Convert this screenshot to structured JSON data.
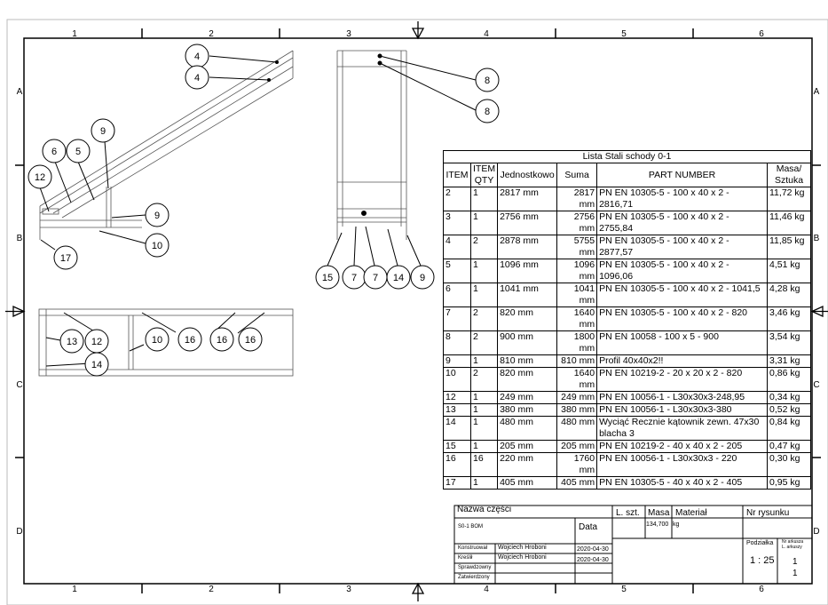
{
  "zones": {
    "columns": [
      "1",
      "2",
      "3",
      "4",
      "5",
      "6"
    ],
    "rows": [
      "A",
      "B",
      "C",
      "D"
    ]
  },
  "balloons": {
    "top_view": [
      "4",
      "4",
      "9",
      "6",
      "5",
      "12",
      "9",
      "10",
      "17"
    ],
    "front_view": [
      "8",
      "8",
      "15",
      "7",
      "7",
      "14",
      "9"
    ],
    "plan_view": [
      "13",
      "12",
      "10",
      "16",
      "16",
      "16",
      "14"
    ]
  },
  "bom": {
    "title": "Lista Stali schody 0-1",
    "headers": {
      "item": "ITEM",
      "qty": "ITEM QTY",
      "unit": "Jednostkowo",
      "sum": "Suma",
      "part": "PART NUMBER",
      "mass": "Masa/ Sztuka"
    },
    "rows": [
      {
        "item": "2",
        "qty": "1",
        "unit": "2817 mm",
        "sum": "2817 mm",
        "part": "PN EN 10305-5 - 100 x 40 x 2  - 2816,71",
        "mass": "11,72 kg"
      },
      {
        "item": "3",
        "qty": "1",
        "unit": "2756 mm",
        "sum": "2756 mm",
        "part": "PN EN 10305-5 - 100 x 40 x 2  - 2755,84",
        "mass": "11,46 kg"
      },
      {
        "item": "4",
        "qty": "2",
        "unit": "2878 mm",
        "sum": "5755 mm",
        "part": "PN EN 10305-5 - 100 x 40 x 2  - 2877,57",
        "mass": "11,85 kg"
      },
      {
        "item": "5",
        "qty": "1",
        "unit": "1096 mm",
        "sum": "1096 mm",
        "part": "PN EN 10305-5 - 100 x 40 x 2  - 1096,06",
        "mass": "4,51 kg"
      },
      {
        "item": "6",
        "qty": "1",
        "unit": "1041 mm",
        "sum": "1041 mm",
        "part": "PN EN 10305-5 - 100 x 40 x 2  - 1041,5",
        "mass": "4,28 kg"
      },
      {
        "item": "7",
        "qty": "2",
        "unit": "820 mm",
        "sum": "1640 mm",
        "part": "PN EN 10305-5 - 100 x 40 x 2  - 820",
        "mass": "3,46 kg"
      },
      {
        "item": "8",
        "qty": "2",
        "unit": "900 mm",
        "sum": "1800 mm",
        "part": "PN EN 10058 - 100 x 5 - 900",
        "mass": "3,54 kg"
      },
      {
        "item": "9",
        "qty": "1",
        "unit": "810 mm",
        "sum": "810 mm",
        "part": "Profil 40x40x2!!",
        "mass": "3,31 kg"
      },
      {
        "item": "10",
        "qty": "2",
        "unit": "820 mm",
        "sum": "1640 mm",
        "part": "PN EN 10219-2 - 20 x 20 x 2  - 820",
        "mass": "0,86 kg"
      },
      {
        "item": "12",
        "qty": "1",
        "unit": "249 mm",
        "sum": "249 mm",
        "part": "PN EN 10056-1 - L30x30x3-248,95",
        "mass": "0,34 kg"
      },
      {
        "item": "13",
        "qty": "1",
        "unit": "380 mm",
        "sum": "380 mm",
        "part": "PN EN 10056-1 - L30x30x3-380",
        "mass": "0,52 kg"
      },
      {
        "item": "14",
        "qty": "1",
        "unit": "480 mm",
        "sum": "480 mm",
        "part": "Wyciąć Recznie kątownik zewn. 47x30 blacha 3",
        "mass": "0,84 kg"
      },
      {
        "item": "15",
        "qty": "1",
        "unit": "205 mm",
        "sum": "205 mm",
        "part": "PN EN 10219-2 - 40 x 40 x 2  - 205",
        "mass": "0,47 kg"
      },
      {
        "item": "16",
        "qty": "16",
        "unit": "220 mm",
        "sum": "1760 mm",
        "part": "PN EN 10056-1 - L30x30x3 - 220",
        "mass": "0,30 kg"
      },
      {
        "item": "17",
        "qty": "1",
        "unit": "405 mm",
        "sum": "405 mm",
        "part": "PN EN 10305-5 - 40 x 40 x 2  - 405",
        "mass": "0,95 kg"
      }
    ]
  },
  "title_block": {
    "part_name_label": "Nazwa części",
    "part_name_value": "S0-1 BOM",
    "qty_label": "L. szt.",
    "mass_label": "Masa",
    "material_label": "Materiał",
    "drawing_no_label": "Nr rysunku",
    "mass_value": "134,700",
    "mass_unit": "kg",
    "date_label": "Data",
    "designer_label": "Konstruował",
    "designer_value": "Wojciech Hroboni",
    "designer_date": "2020-04-30",
    "drafter_label": "Kreślił",
    "drafter_value": "Wojciech Hroboni",
    "drafter_date": "2020-04-30",
    "checked_label": "Sprawdzowny",
    "approved_label": "Zatwierdzony",
    "scale_label": "Podziałka",
    "scale_value": "1 : 25",
    "sheet_no_label": "Nr arkusza",
    "sheet_count_label": "L. arkuszy",
    "sheet_no": "1",
    "sheet_count": "1"
  }
}
